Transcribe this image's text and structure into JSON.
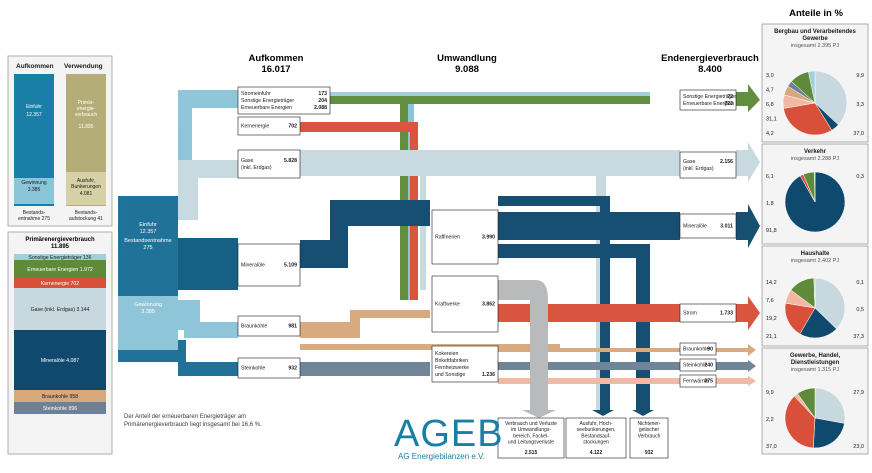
{
  "headers": {
    "aufkommen_title": "Aufkommen",
    "aufkommen_value": "16.017",
    "umwandlung_title": "Umwandlung",
    "umwandlung_value": "9.088",
    "endenergie_title": "Endenergieverbrauch",
    "endenergie_value": "8.400",
    "anteile_title": "Anteile in %"
  },
  "left_panel": {
    "aufkommen_label": "Aufkommen",
    "verwendung_label": "Verwendung",
    "einfuhr_label": "Einfuhr",
    "einfuhr_value": "12.357",
    "gewinnung_label": "Gewinnung",
    "gewinnung_value": "3.385",
    "bestandsentnahme_label": "Bestands-\nentnahme 275",
    "primaer_label": "Primär-\nenergie-\nverbrauch",
    "primaer_value": "11.895",
    "ausfuhr_label": "Ausfuhr,\nBunkerungen",
    "ausfuhr_value": "4.081",
    "bestandsaufstockung_label": "Bestands-\naufstockung 41",
    "colors": {
      "blue": "#1a7fa6",
      "light_blue": "#8cc4d8",
      "olive": "#b5ad78",
      "light_olive": "#d6d0a6"
    }
  },
  "pev_panel": {
    "title": "Primärenergieverbrauch",
    "total": "11.895",
    "items": [
      {
        "label": "Sonstige Energieträger",
        "value": "136",
        "color": "#9fd0dc"
      },
      {
        "label": "Erneuerbare Energien",
        "value": "1.972",
        "color": "#5e8a3a"
      },
      {
        "label": "Kernenergie",
        "value": "702",
        "color": "#d9503a"
      },
      {
        "label": "Gase (inkl. Erdgas)",
        "value": "3.144",
        "color": "#c7d8df"
      },
      {
        "label": "Mineralöle",
        "value": "4.087",
        "color": "#0f4a6e"
      },
      {
        "label": "Braunkohle",
        "value": "958",
        "color": "#d7a87c"
      },
      {
        "label": "Steinkohle",
        "value": "896",
        "color": "#6d8296"
      }
    ]
  },
  "flows_left": {
    "einfuhr_label": "Einfuhr",
    "einfuhr_value": "12.357",
    "bestandsentnahme_label": "Bestandsentnahme",
    "bestandsentnahme_value": "275",
    "gewinnung_label": "Gewinnung",
    "gewinnung_value": "3.385"
  },
  "source_boxes": [
    {
      "lines": [
        "Stromeinfuhr",
        "Sonstige Energieträger",
        "Erneuerbare Energien"
      ],
      "values": [
        "173",
        "204",
        "2.088"
      ]
    },
    {
      "lines": [
        "Kernenergie"
      ],
      "values": [
        "702"
      ]
    },
    {
      "lines": [
        "Gase",
        "(inkl. Erdgas)"
      ],
      "values": [
        "5.828",
        ""
      ]
    },
    {
      "lines": [
        "Mineralöle"
      ],
      "values": [
        "5.109"
      ]
    },
    {
      "lines": [
        "Braunkohle"
      ],
      "values": [
        "981"
      ]
    },
    {
      "lines": [
        "Steinkohle"
      ],
      "values": [
        "932"
      ]
    }
  ],
  "conversion_boxes": [
    {
      "lines": [
        "Raffinerien"
      ],
      "values": [
        "3.990"
      ]
    },
    {
      "lines": [
        "Kraftwerke"
      ],
      "values": [
        "3.862"
      ]
    },
    {
      "lines": [
        "Kokereien",
        "Brikettfabriken",
        "Fernheizwerke",
        "und Sonstige"
      ],
      "values": [
        "",
        "",
        "",
        "1.236"
      ]
    }
  ],
  "final_boxes": [
    {
      "lines": [
        "Sonstige Energieträger",
        "Erneuerbare Energien"
      ],
      "values": [
        "72",
        "723"
      ]
    },
    {
      "lines": [
        "Gase",
        "(inkl. Erdgas)"
      ],
      "values": [
        "2.156",
        ""
      ]
    },
    {
      "lines": [
        "Mineralöle"
      ],
      "values": [
        "3.011"
      ]
    },
    {
      "lines": [
        "Strom"
      ],
      "values": [
        "1.733"
      ]
    },
    {
      "lines": [
        "Braunkohle"
      ],
      "values": [
        "90"
      ]
    },
    {
      "lines": [
        "Steinkohle"
      ],
      "values": [
        "240"
      ]
    },
    {
      "lines": [
        "Fernwärme"
      ],
      "values": [
        "375"
      ]
    }
  ],
  "loss_boxes": [
    {
      "lines": [
        "Verbrauch und Verluste",
        "im Umwandlungs-",
        "bereich, Fackel-",
        "und Leitungsverluste"
      ],
      "value": "2.515"
    },
    {
      "lines": [
        "Ausfuhr, Hoch-",
        "seebunkerungen,",
        "Bestandsauf-",
        "stockungen"
      ],
      "value": "4.122"
    },
    {
      "lines": [
        "Nichtener-",
        "getischer",
        "Verbrauch"
      ],
      "value": "932"
    }
  ],
  "footnote": [
    "Der Anteil der erneuerbaren Energieträger am",
    "Primärenergieverbrauch liegt insgesamt bei 16,6 %."
  ],
  "logo": {
    "name": "AGEB",
    "subtitle": "AG Energiebilanzen e.V."
  },
  "pies": [
    {
      "title": [
        "Bergbau und Verarbeitendes",
        "Gewerbe"
      ],
      "total": "insgesamt 2.395 PJ",
      "left_labels": [
        "3,0",
        "4,7",
        "6,8",
        "31,1",
        "4,2"
      ],
      "right_labels": [
        "9,9",
        "3,3",
        "37,0"
      ]
    },
    {
      "title": [
        "Verkehr"
      ],
      "total": "insgesamt 2.288 PJ",
      "left_labels": [
        "6,1",
        "1,8",
        "91,8"
      ],
      "right_labels": [
        "0,3"
      ]
    },
    {
      "title": [
        "Haushalte"
      ],
      "total": "insgesamt 2.402 PJ",
      "left_labels": [
        "14,2",
        "7,6",
        "19,2",
        "21,1"
      ],
      "right_labels": [
        "0,1",
        "0,5",
        "37,3"
      ]
    },
    {
      "title": [
        "Gewerbe, Handel,",
        "Dienstleistungen"
      ],
      "total": "insgesamt 1.315 PJ",
      "left_labels": [
        "9,9",
        "2,2",
        "37,0"
      ],
      "right_labels": [
        "27,9",
        "23,0"
      ]
    }
  ],
  "pie_slices": [
    [
      {
        "v": 37.0,
        "c": "#c7d8df"
      },
      {
        "v": 4.2,
        "c": "#0f4a6e"
      },
      {
        "v": 31.1,
        "c": "#d9503a"
      },
      {
        "v": 6.8,
        "c": "#f2b8a2"
      },
      {
        "v": 4.7,
        "c": "#d7a87c"
      },
      {
        "v": 3.0,
        "c": "#6d8296"
      },
      {
        "v": 9.9,
        "c": "#5e8a3a"
      },
      {
        "v": 3.3,
        "c": "#9fd0dc"
      }
    ],
    [
      {
        "v": 91.8,
        "c": "#0f4a6e"
      },
      {
        "v": 1.8,
        "c": "#d9503a"
      },
      {
        "v": 6.1,
        "c": "#5e8a3a"
      },
      {
        "v": 0.3,
        "c": "#c7d8df"
      }
    ],
    [
      {
        "v": 37.3,
        "c": "#c7d8df"
      },
      {
        "v": 21.1,
        "c": "#0f4a6e"
      },
      {
        "v": 19.2,
        "c": "#d9503a"
      },
      {
        "v": 7.6,
        "c": "#f2b8a2"
      },
      {
        "v": 14.2,
        "c": "#5e8a3a"
      },
      {
        "v": 0.1,
        "c": "#d7a87c"
      },
      {
        "v": 0.5,
        "c": "#6d8296"
      }
    ],
    [
      {
        "v": 27.9,
        "c": "#c7d8df"
      },
      {
        "v": 23.0,
        "c": "#0f4a6e"
      },
      {
        "v": 37.0,
        "c": "#d9503a"
      },
      {
        "v": 2.2,
        "c": "#f2b8a2"
      },
      {
        "v": 9.9,
        "c": "#5e8a3a"
      }
    ]
  ]
}
